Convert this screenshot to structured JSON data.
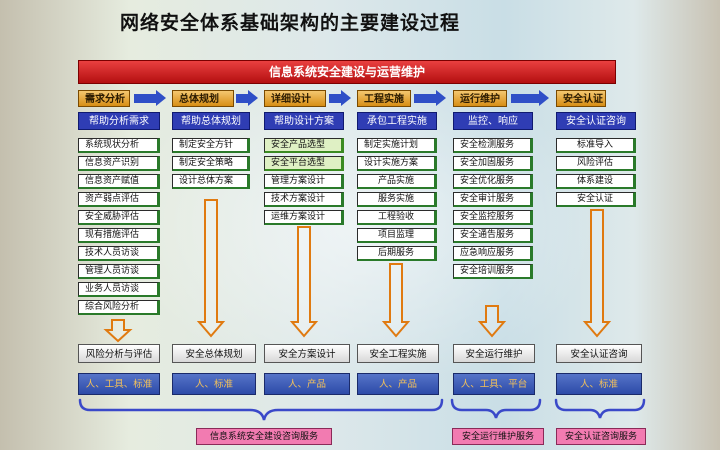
{
  "title": "网络安全体系基础架构的主要建设过程",
  "banner": "信息系统安全建设与运营维护",
  "phases": [
    {
      "label": "需求分析",
      "helper": "帮助分析需求",
      "items": [
        "系统现状分析",
        "信息资产识别",
        "信息资产赋值",
        "资产弱点评估",
        "安全威胁评估",
        "现有措施评估",
        "技术人员访谈",
        "管理人员访谈",
        "业务人员访谈",
        "综合风险分析"
      ],
      "output": "风险分析与评估",
      "resources": "人、工具、标准"
    },
    {
      "label": "总体规划",
      "helper": "帮助总体规划",
      "items": [
        "制定安全方针",
        "制定安全策略",
        "设计总体方案"
      ],
      "output": "安全总体规划",
      "resources": "人、标准"
    },
    {
      "label": "详细设计",
      "helper": "帮助设计方案",
      "items": [
        "安全产品选型",
        "安全平台选型",
        "管理方案设计",
        "技术方案设计",
        "运维方案设计"
      ],
      "output": "安全方案设计",
      "resources": "人、产品"
    },
    {
      "label": "工程实施",
      "helper": "承包工程实施",
      "items": [
        "制定实施计划",
        "设计实施方案",
        "产品实施",
        "服务实施",
        "工程验收",
        "项目监理",
        "后期服务"
      ],
      "output": "安全工程实施",
      "resources": "人、产品"
    },
    {
      "label": "运行维护",
      "helper": "监控、响应",
      "items": [
        "安全检测服务",
        "安全加固服务",
        "安全优化服务",
        "安全审计服务",
        "安全监控服务",
        "安全通告服务",
        "应急响应服务",
        "安全培训服务"
      ],
      "output": "安全运行维护",
      "resources": "人、工具、平台"
    },
    {
      "label": "安全认证",
      "helper": "安全认证咨询",
      "items": [
        "标准导入",
        "风险评估",
        "体系建设",
        "安全认证"
      ],
      "output": "安全认证咨询",
      "resources": "人、标准"
    }
  ],
  "footers": [
    "信息系统安全建设咨询服务",
    "安全运行维护服务",
    "安全认证咨询服务"
  ],
  "colors": {
    "banner": "#c81a1a",
    "phase": "#e8a43a",
    "helper": "#2f3db4",
    "arrow": "#2f4fc7",
    "down_arrow": "#e07a10",
    "resource_text": "#f3c15a",
    "footer": "#f27bb1"
  }
}
